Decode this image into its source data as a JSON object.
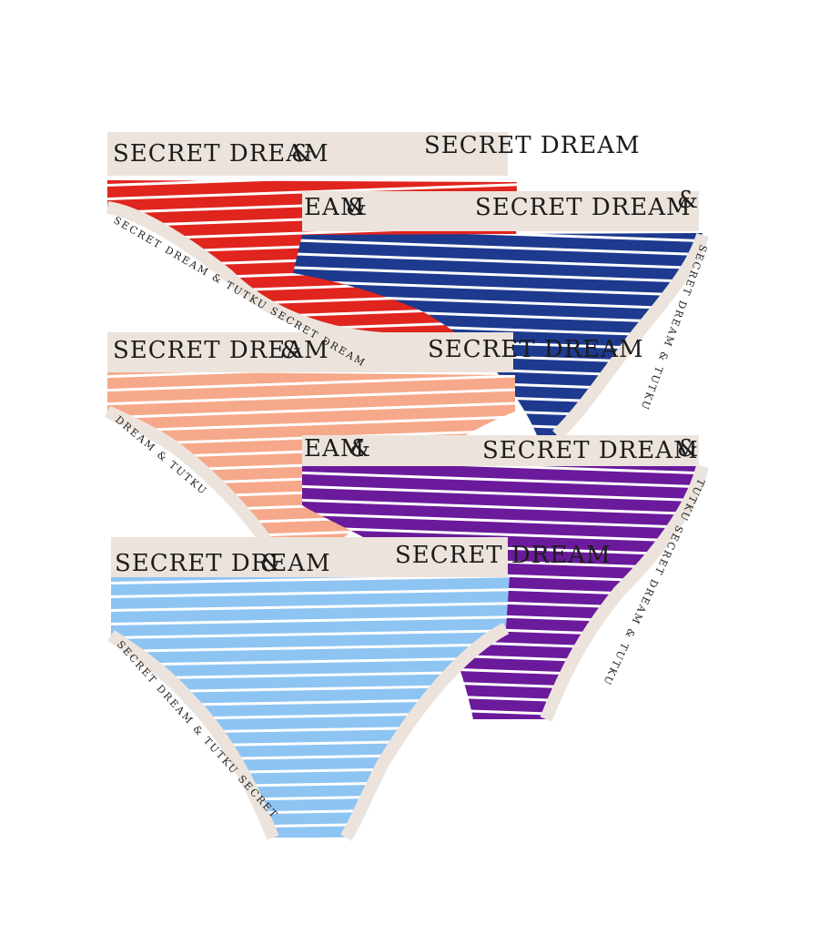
{
  "product": {
    "pieces": [
      {
        "id": "red",
        "fabric": "#e0241e",
        "band_words": [
          "SECRET DREAM",
          "&",
          "SECRET DREAM"
        ],
        "trim": "SECRET DREAM & TUTKU SECRET DREAM"
      },
      {
        "id": "navy",
        "fabric": "#1d3a8f",
        "band_words": [
          "EAM",
          "&",
          "SECRET DREAM",
          "&"
        ],
        "trim": "SECRET DREAM & TUTKU"
      },
      {
        "id": "peach",
        "fabric": "#f6a88a",
        "band_words": [
          "SECRET DREAM",
          "&",
          "SECRET DREAM"
        ],
        "trim": "DREAM & TUTKU"
      },
      {
        "id": "purple",
        "fabric": "#6b1a9c",
        "band_words": [
          "EAM",
          "&",
          "SECRET DREAM",
          "&"
        ],
        "trim": "TUTKU SECRET DREAM & TUTKU"
      },
      {
        "id": "blue",
        "fabric": "#8ec4f2",
        "band_words": [
          "SECRET DREAM",
          "&",
          "SECRET DREAM"
        ],
        "trim": "SECRET DREAM & TUTKU SECRET"
      }
    ],
    "band_color": "#ece4dc",
    "stripe_color": "#ffffff"
  }
}
